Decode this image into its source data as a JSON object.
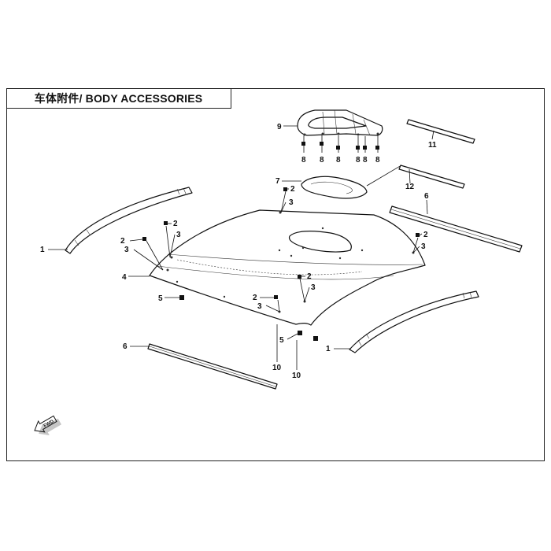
{
  "header": {
    "title": "车体附件/ BODY ACCESSORIES"
  },
  "fwd_mark": "FWD",
  "callouts": {
    "c1a": "1",
    "c1b": "1",
    "c2a": "2",
    "c2b": "2",
    "c2c": "2",
    "c2d": "2",
    "c2e": "2",
    "c2f": "2",
    "c3a": "3",
    "c3b": "3",
    "c3c": "3",
    "c3d": "3",
    "c3e": "3",
    "c3f": "3",
    "c4": "4",
    "c5a": "5",
    "c5b": "5",
    "c6a": "6",
    "c6b": "6",
    "c7": "7",
    "c8a": "8",
    "c8b": "8",
    "c8c": "8",
    "c8d": "8",
    "c8e": "8",
    "c8f": "8",
    "c9": "9",
    "c10a": "10",
    "c10b": "10",
    "c11": "11",
    "c12": "12"
  }
}
